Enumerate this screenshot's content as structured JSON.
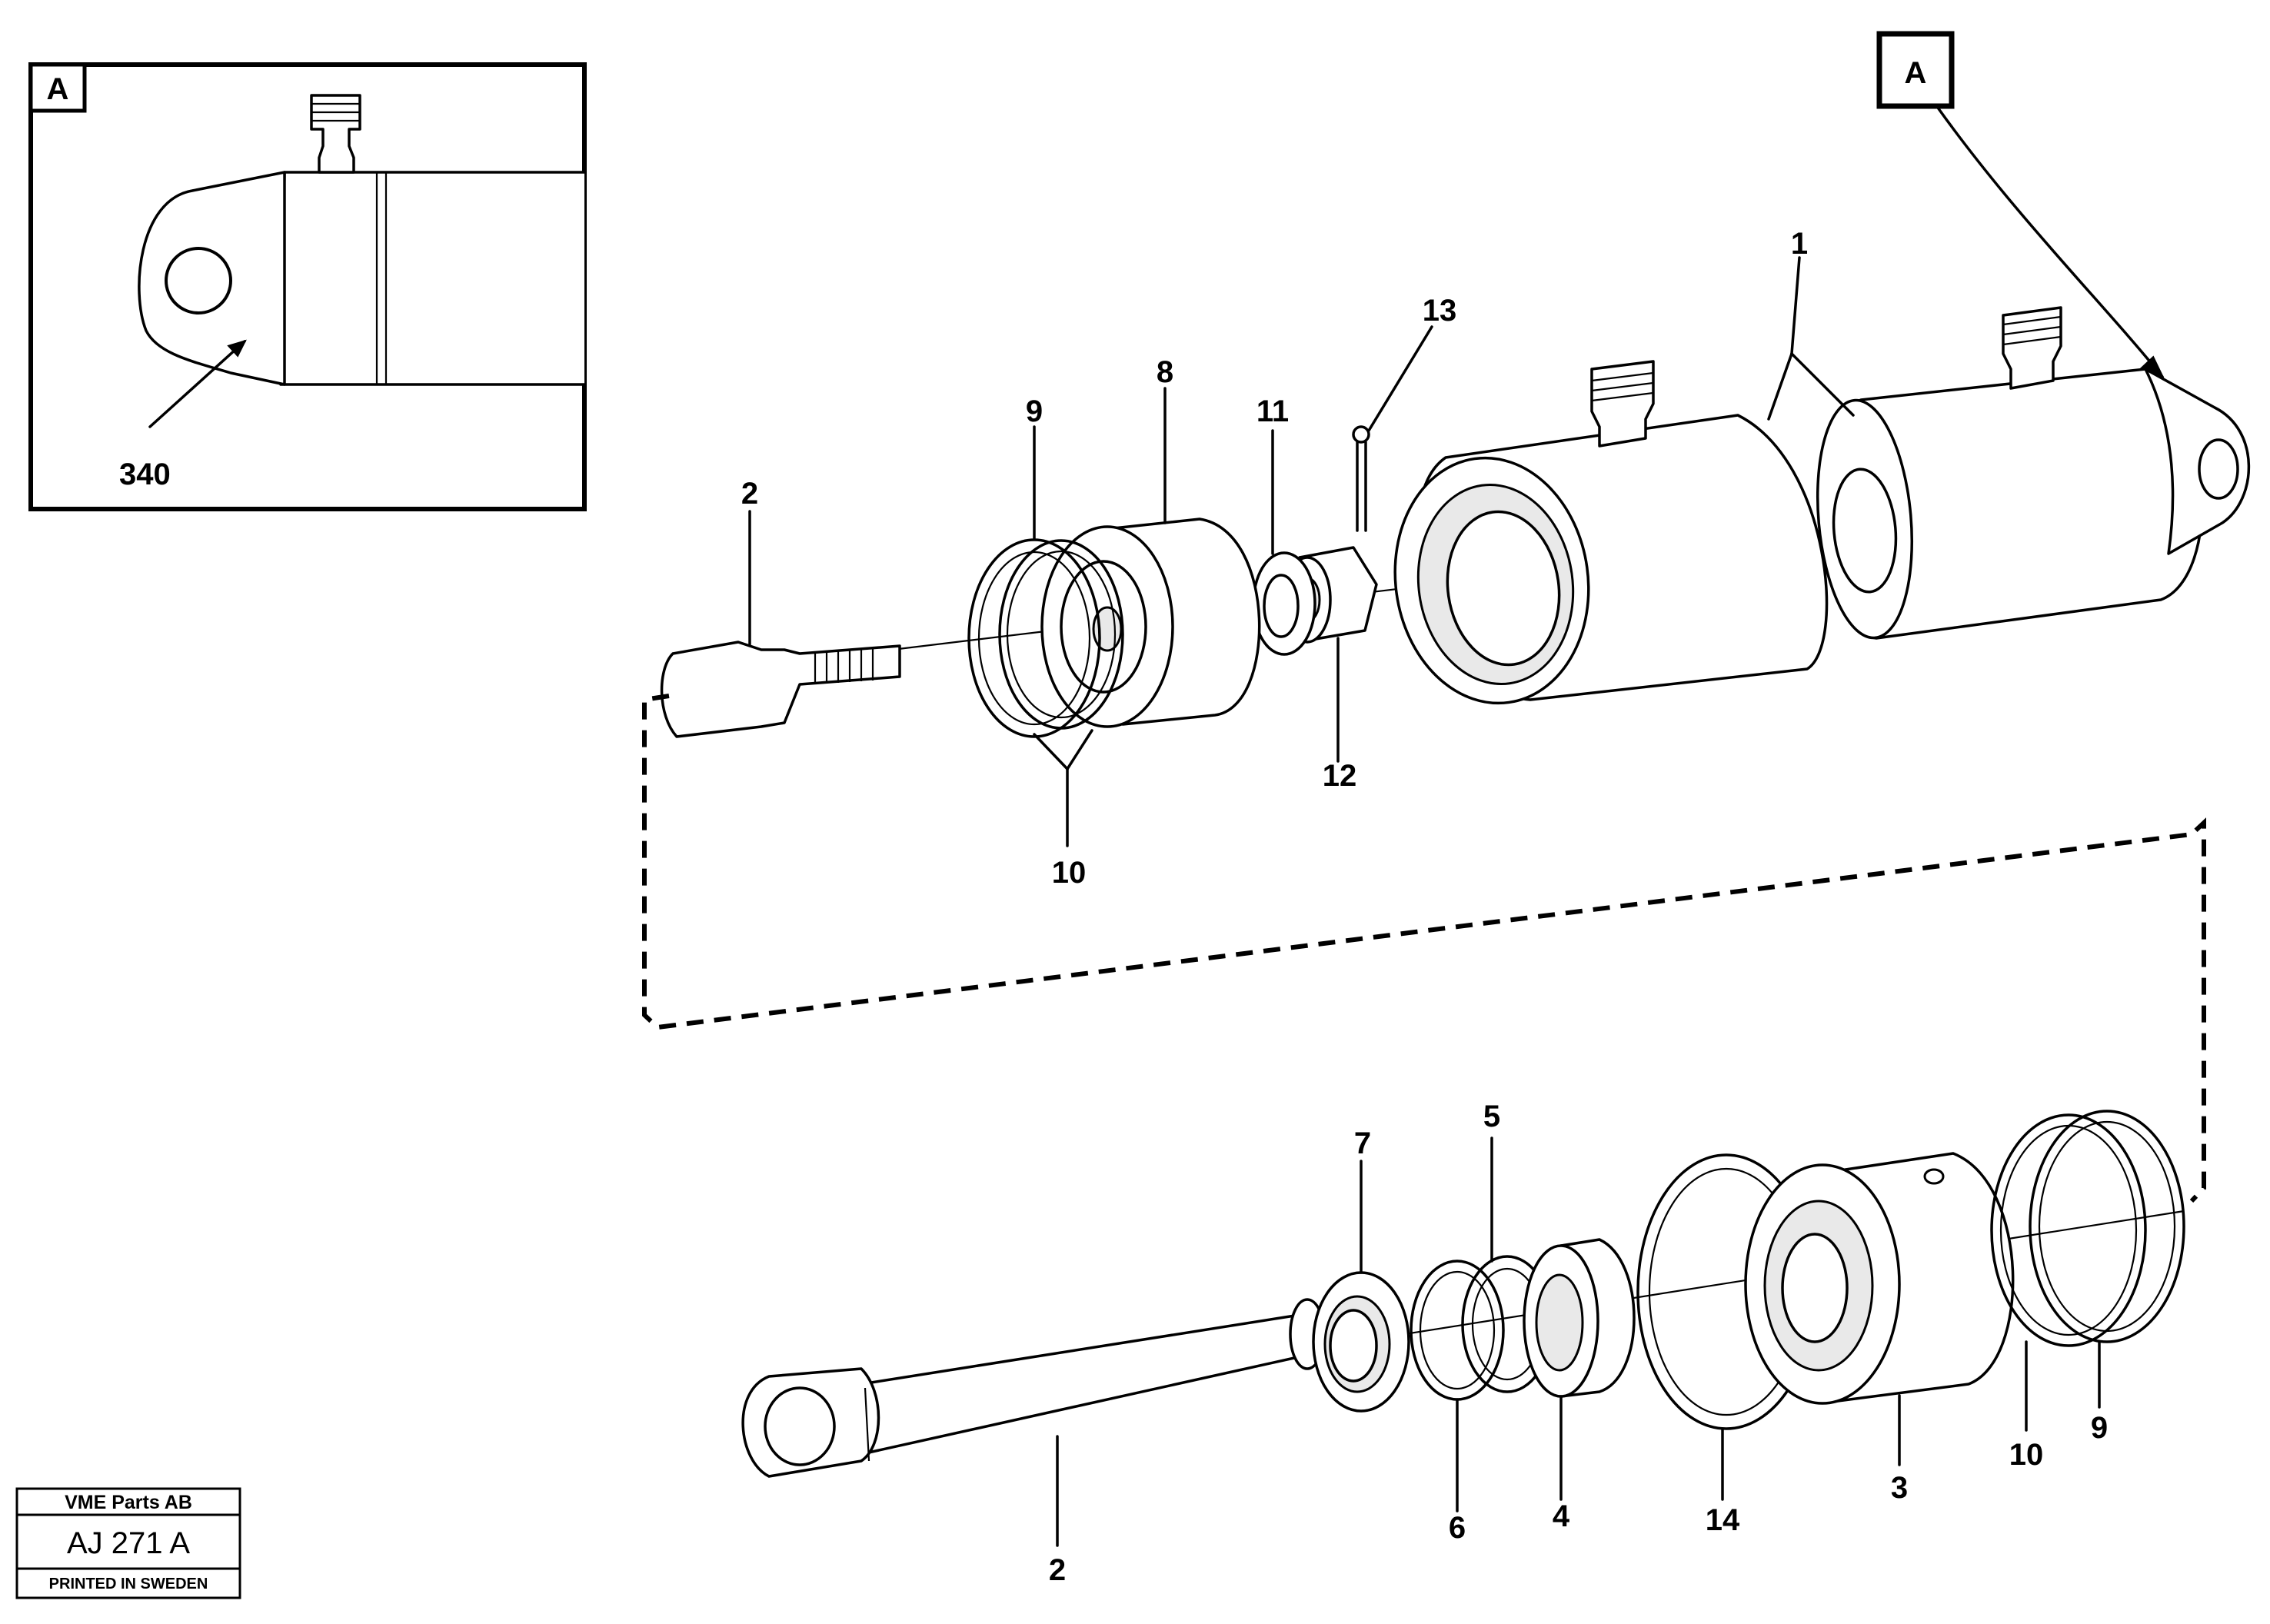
{
  "inset": {
    "tag": "A",
    "callout": "340"
  },
  "view_marker": "A",
  "callouts": {
    "c1": "1",
    "c2_upper": "2",
    "c2_lower": "2",
    "c3": "3",
    "c4": "4",
    "c5": "5",
    "c6": "6",
    "c7": "7",
    "c8": "8",
    "c9_upper": "9",
    "c9_lower": "9",
    "c10_upper": "10",
    "c10_lower": "10",
    "c11": "11",
    "c12": "12",
    "c13": "13",
    "c14": "14"
  },
  "stamp": {
    "company": "VME Parts AB",
    "code": "AJ 271 A",
    "printed": "PRINTED IN SWEDEN"
  }
}
